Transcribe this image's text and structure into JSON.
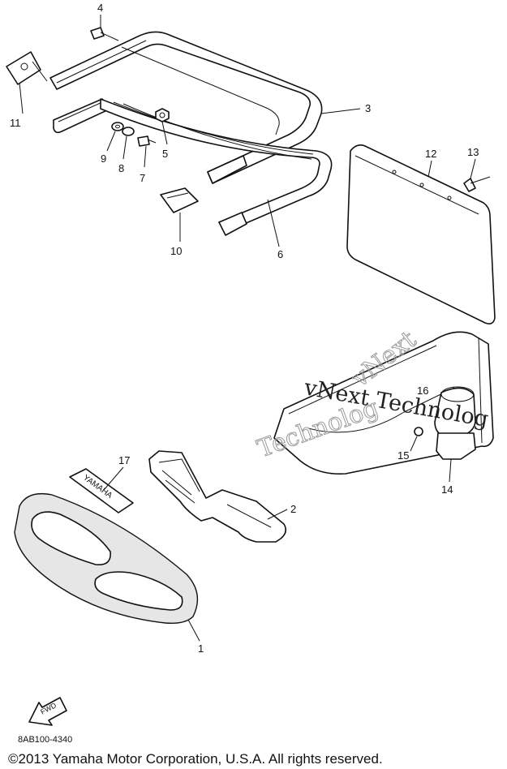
{
  "diagram": {
    "callouts": [
      "4",
      "11",
      "3",
      "9",
      "8",
      "5",
      "7",
      "12",
      "13",
      "10",
      "6",
      "16",
      "15",
      "14",
      "17",
      "2",
      "1"
    ],
    "badge_text": "YAMAHA",
    "fwd_text": "FWD",
    "watermark_line1": "vNext Technolog",
    "watermark_line2": "Technolog",
    "watermark_diag": "vNext"
  },
  "footer": {
    "diagram_code": "8AB100-4340",
    "copyright": "©2013 Yamaha Motor Corporation, U.S.A. All rights reserved."
  }
}
